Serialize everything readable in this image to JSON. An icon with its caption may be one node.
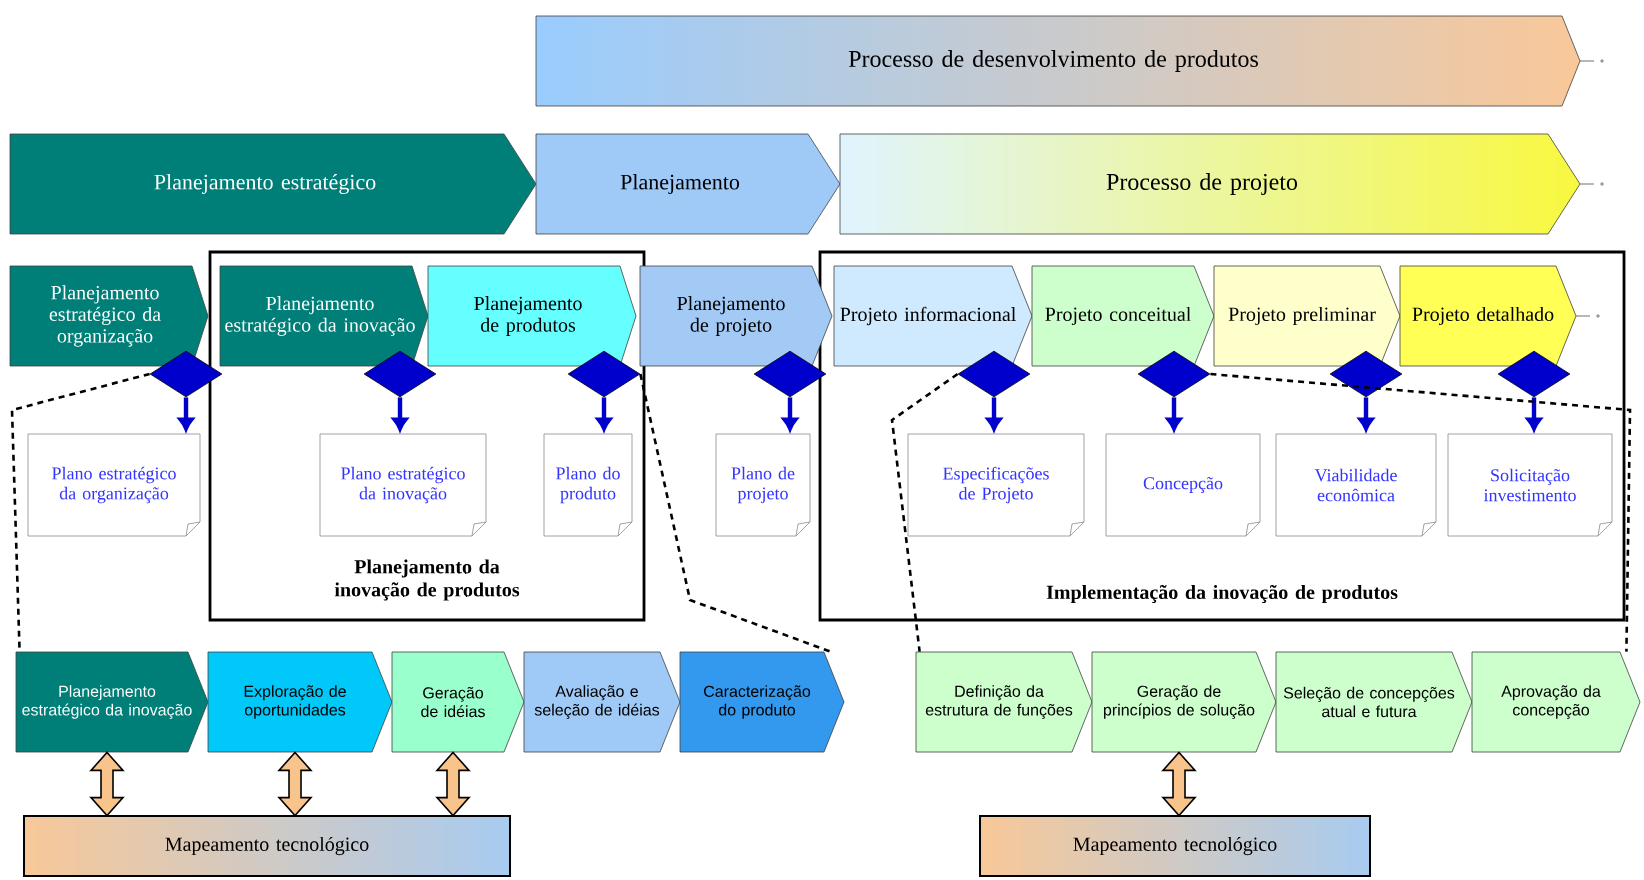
{
  "diagram": {
    "nodes": [
      {
        "text": [
          "Processo de desenvolvimento de produtos"
        ]
      },
      {
        "text": [
          "Planejamento estratégico"
        ]
      },
      {
        "text": [
          "Planejamento"
        ]
      },
      {
        "text": [
          "Processo de projeto"
        ]
      },
      {
        "text": [
          "Planejamento da inovação de produtos"
        ]
      },
      {
        "text": [
          "Implementação da inovação de produtos"
        ]
      },
      {
        "text": [
          "Planejamento estratégico da organização"
        ]
      },
      {
        "text": [
          "Planejamento estratégico da inovação"
        ],
        "in": 4
      },
      {
        "text": [
          "Planejamento de produtos"
        ],
        "in": 4
      },
      {
        "text": [
          "Planejamento de projeto"
        ]
      },
      {
        "text": [
          "Projeto informacional"
        ],
        "in": 5
      },
      {
        "text": [
          "Projeto conceitual"
        ],
        "in": 5
      },
      {
        "text": [
          "Projeto preliminar"
        ],
        "in": 5
      },
      {
        "text": [
          "Projeto detalhado"
        ],
        "in": 5
      },
      {
        "text": [],
        "shape": "diamond"
      },
      {
        "text": [],
        "shape": "diamond",
        "in": 4
      },
      {
        "text": [],
        "shape": "diamond",
        "in": 4
      },
      {
        "text": [],
        "shape": "diamond"
      },
      {
        "text": [],
        "shape": "diamond",
        "in": 5
      },
      {
        "text": [],
        "shape": "diamond",
        "in": 5
      },
      {
        "text": [],
        "shape": "diamond",
        "in": 5
      },
      {
        "text": [],
        "shape": "diamond",
        "in": 5
      },
      {
        "text": [
          "Plano estratégico da organização"
        ]
      },
      {
        "text": [
          "Plano estratégico da inovação"
        ],
        "in": 4
      },
      {
        "text": [
          "Plano do produto"
        ],
        "in": 4
      },
      {
        "text": [
          "Plano de projeto"
        ]
      },
      {
        "text": [
          "Especificações de Projeto"
        ],
        "in": 5
      },
      {
        "text": [
          "Concepção"
        ],
        "in": 5
      },
      {
        "text": [
          "Viabilidade econômica"
        ],
        "in": 5
      },
      {
        "text": [
          "Solicitação investimento"
        ],
        "in": 5
      },
      {
        "text": [
          "Planejamento estratégico da inovação"
        ]
      },
      {
        "text": [
          "Exploração de oportunidades"
        ]
      },
      {
        "text": [
          "Geração de idéias"
        ]
      },
      {
        "text": [
          "Avaliação e seleção de idéias"
        ]
      },
      {
        "text": [
          "Caracterização do produto"
        ]
      },
      {
        "text": [
          "Mapeamento tecnológico"
        ]
      },
      {
        "text": [
          "Definição da estrutura de funções"
        ]
      },
      {
        "text": [
          "Geração de princípios de solução"
        ]
      },
      {
        "text": [
          "Seleção de concepções atual e futura"
        ]
      },
      {
        "text": [
          "Aprovação da concepção"
        ]
      },
      {
        "text": [
          "Mapeamento tecnológico"
        ]
      }
    ],
    "edges": [
      {
        "from": 14,
        "to": 22,
        "arrow": "to"
      },
      {
        "from": 15,
        "to": 23,
        "arrow": "to"
      },
      {
        "from": 16,
        "to": 24,
        "arrow": "to"
      },
      {
        "from": 17,
        "to": 25,
        "arrow": "to"
      },
      {
        "from": 18,
        "to": 26,
        "arrow": "to"
      },
      {
        "from": 19,
        "to": 27,
        "arrow": "to"
      },
      {
        "from": 20,
        "to": 28,
        "arrow": "to"
      },
      {
        "from": 21,
        "to": 29,
        "arrow": "to"
      },
      {
        "from": 14,
        "to": 30,
        "arrow": "none",
        "style": "dashed",
        "color": "#000000"
      },
      {
        "from": 16,
        "to": 34,
        "arrow": "none",
        "style": "dashed",
        "color": "#000000"
      },
      {
        "from": 18,
        "to": 36,
        "arrow": "none",
        "style": "dashed",
        "color": "#000000"
      },
      {
        "from": 19,
        "to": 39,
        "arrow": "none",
        "style": "dashed",
        "color": "#000000"
      },
      {
        "from": 30,
        "to": 35,
        "arrow": "both",
        "color": "#f9c48c"
      },
      {
        "from": 31,
        "to": 35,
        "arrow": "both",
        "color": "#f9c48c"
      },
      {
        "from": 32,
        "to": 35,
        "arrow": "both",
        "color": "#f9c48c"
      },
      {
        "from": 37,
        "to": 40,
        "arrow": "both",
        "color": "#f9c48c"
      }
    ]
  }
}
